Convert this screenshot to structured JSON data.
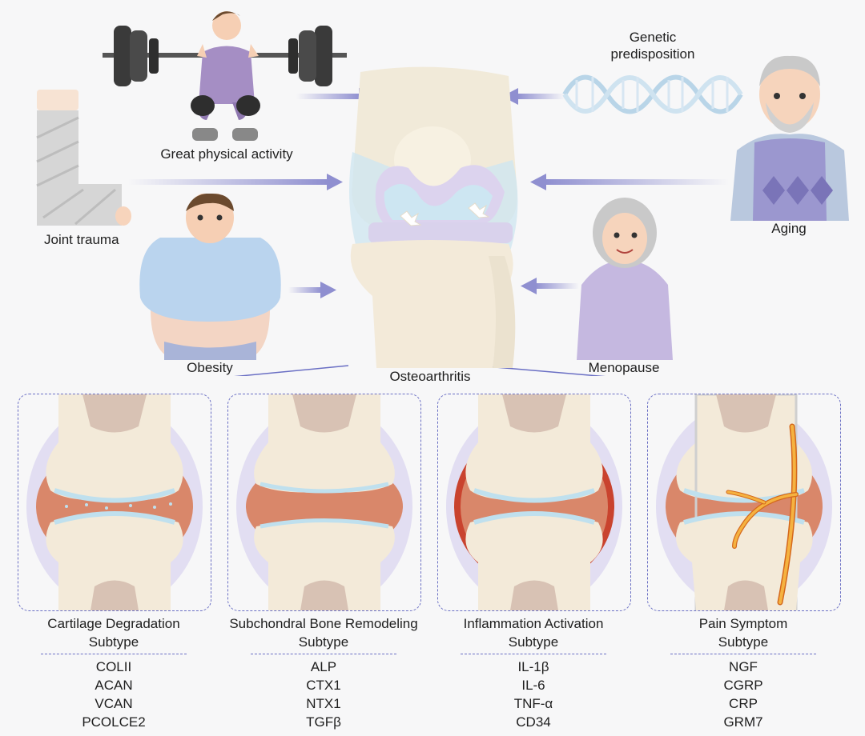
{
  "risk_factors": {
    "activity": "Great physical activity",
    "genetic_line1": "Genetic",
    "genetic_line2": "predisposition",
    "trauma": "Joint trauma",
    "aging": "Aging",
    "obesity": "Obesity",
    "menopause": "Menopause"
  },
  "center_label": "Osteoarthritis",
  "subtypes": [
    {
      "name": "Cartilage Degradation",
      "suffix": "Subtype",
      "markers": [
        "COLII",
        "ACAN",
        "VCAN",
        "PCOLCE2"
      ]
    },
    {
      "name": "Subchondral Bone Remodeling",
      "suffix": "Subtype",
      "markers": [
        "ALP",
        "CTX1",
        "NTX1",
        "TGFβ"
      ]
    },
    {
      "name": "Inflammation Activation",
      "suffix": "Subtype",
      "markers": [
        "IL-1β",
        "IL-6",
        "TNF-α",
        "CD34"
      ]
    },
    {
      "name": "Pain Symptom",
      "suffix": "Subtype",
      "markers": [
        "NGF",
        "CGRP",
        "CRP",
        "GRM7"
      ]
    }
  ],
  "colors": {
    "arrow": "#8f8fd0",
    "dashed_border": "#6a6fc4",
    "bone": "#f3ead9",
    "marrow": "#d8c2b4",
    "synovium": "#e6e3f3",
    "cartilage": "#bfe0ee",
    "inflamed": "#d97a5c",
    "nerve": "#f0a030"
  }
}
